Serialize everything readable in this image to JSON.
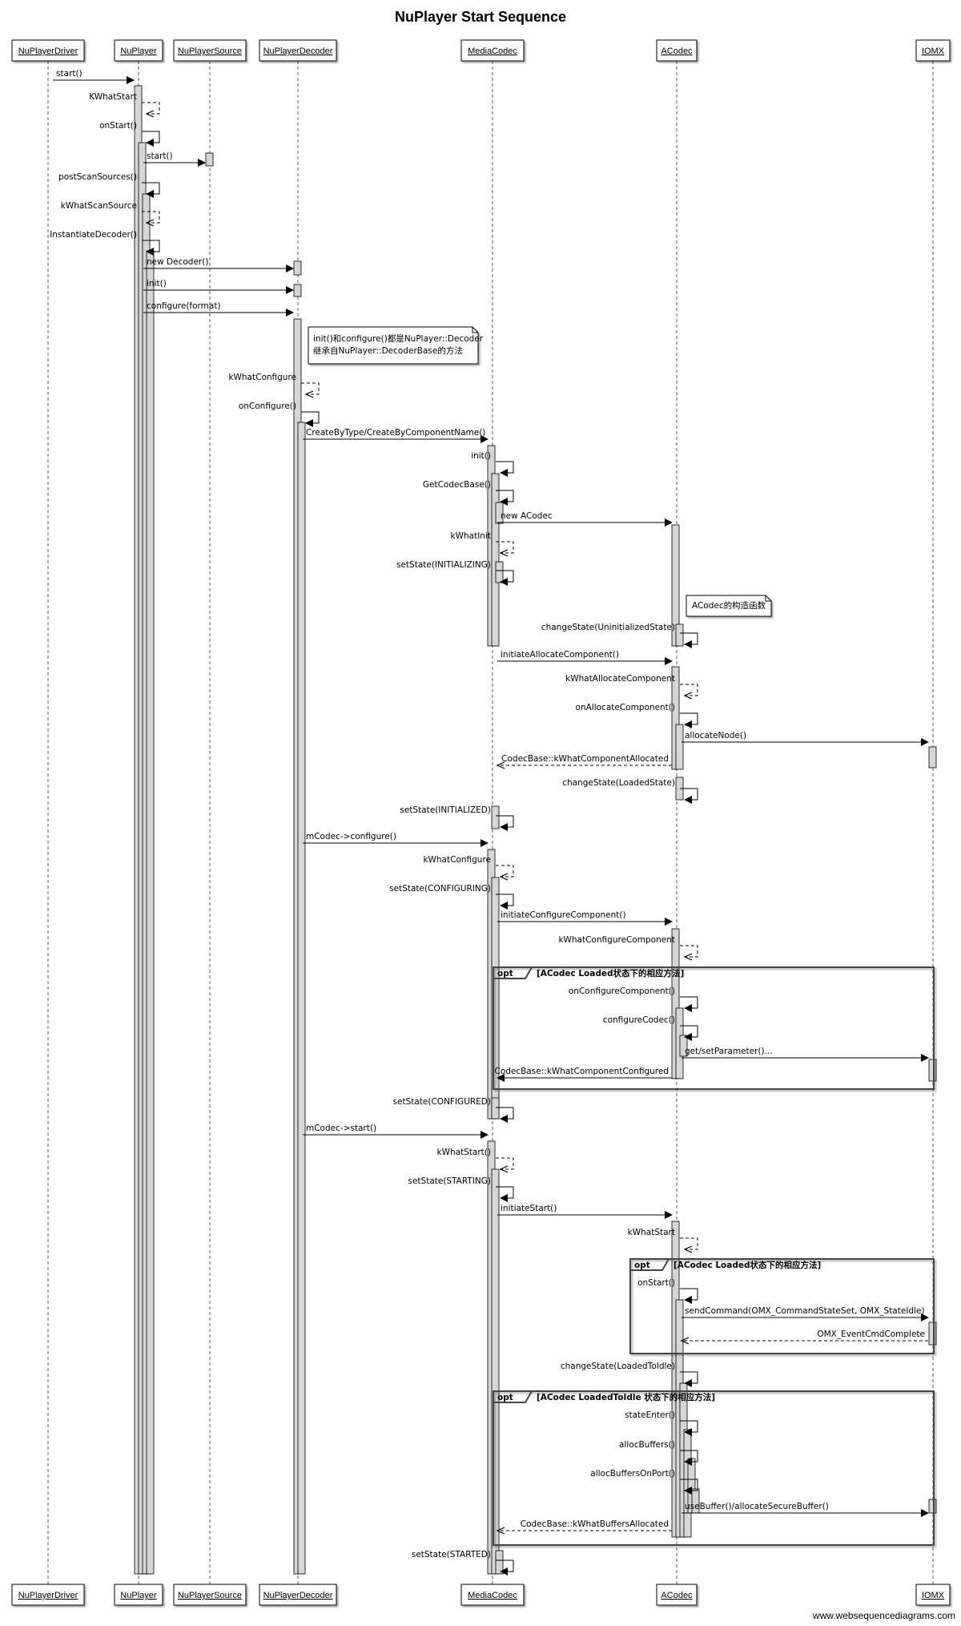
{
  "title": "NuPlayer Start Sequence",
  "footer": "www.websequencediagrams.com",
  "participants": [
    {
      "id": "driver",
      "label": "NuPlayerDriver"
    },
    {
      "id": "player",
      "label": "NuPlayer"
    },
    {
      "id": "source",
      "label": "NuPlayerSource"
    },
    {
      "id": "decoder",
      "label": "NuPlayerDecoder"
    },
    {
      "id": "mcodec",
      "label": "MediaCodec"
    },
    {
      "id": "acodec",
      "label": "ACodec"
    },
    {
      "id": "iomx",
      "label": "IOMX"
    }
  ],
  "messages": [
    {
      "from": "driver",
      "to": "player",
      "label": "start()",
      "style": "solid"
    },
    {
      "from": "player",
      "to": "player",
      "label": "KWhatStart",
      "style": "dashed"
    },
    {
      "from": "player",
      "to": "player",
      "label": "onStart()",
      "style": "solid"
    },
    {
      "from": "player",
      "to": "source",
      "label": "start()",
      "style": "solid"
    },
    {
      "from": "player",
      "to": "player",
      "label": "postScanSources()",
      "style": "solid"
    },
    {
      "from": "player",
      "to": "player",
      "label": "kWhatScanSource",
      "style": "dashed"
    },
    {
      "from": "player",
      "to": "player",
      "label": "InstantiateDecoder()",
      "style": "solid"
    },
    {
      "from": "player",
      "to": "decoder",
      "label": "new Decoder()",
      "style": "solid"
    },
    {
      "from": "player",
      "to": "decoder",
      "label": "init()",
      "style": "solid"
    },
    {
      "from": "player",
      "to": "decoder",
      "label": "configure(format)",
      "style": "solid"
    },
    {
      "from": "decoder",
      "to": "decoder",
      "label": "kWhatConfigure",
      "style": "dashed"
    },
    {
      "from": "decoder",
      "to": "decoder",
      "label": "onConfigure()",
      "style": "solid"
    },
    {
      "from": "decoder",
      "to": "mcodec",
      "label": "CreateByType/CreateByComponentName()",
      "style": "solid"
    },
    {
      "from": "mcodec",
      "to": "mcodec",
      "label": "init()",
      "style": "solid"
    },
    {
      "from": "mcodec",
      "to": "mcodec",
      "label": "GetCodecBase()",
      "style": "solid"
    },
    {
      "from": "mcodec",
      "to": "acodec",
      "label": "new ACodec",
      "style": "solid"
    },
    {
      "from": "mcodec",
      "to": "mcodec",
      "label": "kWhatInit",
      "style": "dashed"
    },
    {
      "from": "mcodec",
      "to": "mcodec",
      "label": "setState(INITIALIZING)",
      "style": "solid"
    },
    {
      "from": "acodec",
      "to": "acodec",
      "label": "changeState(UninitializedState)",
      "style": "solid"
    },
    {
      "from": "mcodec",
      "to": "acodec",
      "label": "initiateAllocateComponent()",
      "style": "solid"
    },
    {
      "from": "acodec",
      "to": "acodec",
      "label": "kWhatAllocateComponent",
      "style": "dashed"
    },
    {
      "from": "acodec",
      "to": "acodec",
      "label": "onAllocateComponent()",
      "style": "solid"
    },
    {
      "from": "acodec",
      "to": "iomx",
      "label": "allocateNode()",
      "style": "solid"
    },
    {
      "from": "acodec",
      "to": "mcodec",
      "label": "CodecBase::kWhatComponentAllocated",
      "style": "dashed"
    },
    {
      "from": "acodec",
      "to": "acodec",
      "label": "changeState(LoadedState)",
      "style": "solid"
    },
    {
      "from": "mcodec",
      "to": "mcodec",
      "label": "setState(INITIALIZED)",
      "style": "solid"
    },
    {
      "from": "decoder",
      "to": "mcodec",
      "label": "mCodec->configure()",
      "style": "solid"
    },
    {
      "from": "mcodec",
      "to": "mcodec",
      "label": "kWhatConfigure",
      "style": "dashed"
    },
    {
      "from": "mcodec",
      "to": "mcodec",
      "label": "setState(CONFIGURING)",
      "style": "solid"
    },
    {
      "from": "mcodec",
      "to": "acodec",
      "label": "initiateConfigureComponent()",
      "style": "solid"
    },
    {
      "from": "acodec",
      "to": "acodec",
      "label": "kWhatConfigureComponent",
      "style": "dashed"
    },
    {
      "from": "acodec",
      "to": "acodec",
      "label": "onConfigureComponent()",
      "style": "solid"
    },
    {
      "from": "acodec",
      "to": "acodec",
      "label": "configureCodec()",
      "style": "solid"
    },
    {
      "from": "acodec",
      "to": "iomx",
      "label": "get/setParameter()...",
      "style": "solid"
    },
    {
      "from": "acodec",
      "to": "mcodec",
      "label": "CodecBase::kWhatComponentConfigured",
      "style": "solid"
    },
    {
      "from": "mcodec",
      "to": "mcodec",
      "label": "setState(CONFIGURED)",
      "style": "solid"
    },
    {
      "from": "decoder",
      "to": "mcodec",
      "label": "mCodec->start()",
      "style": "solid"
    },
    {
      "from": "mcodec",
      "to": "mcodec",
      "label": "kWhatStart()",
      "style": "dashed"
    },
    {
      "from": "mcodec",
      "to": "mcodec",
      "label": "setState(STARTING)",
      "style": "solid"
    },
    {
      "from": "mcodec",
      "to": "acodec",
      "label": "initiateStart()",
      "style": "solid"
    },
    {
      "from": "acodec",
      "to": "acodec",
      "label": "kWhatStart",
      "style": "dashed"
    },
    {
      "from": "acodec",
      "to": "acodec",
      "label": "onStart()",
      "style": "solid"
    },
    {
      "from": "acodec",
      "to": "iomx",
      "label": "sendCommand(OMX_CommandStateSet, OMX_StateIdle)",
      "style": "solid"
    },
    {
      "from": "iomx",
      "to": "acodec",
      "label": "OMX_EventCmdComplete",
      "style": "dashed"
    },
    {
      "from": "acodec",
      "to": "acodec",
      "label": "changeState(LoadedToIdle)",
      "style": "solid"
    },
    {
      "from": "acodec",
      "to": "acodec",
      "label": "stateEnter()",
      "style": "solid"
    },
    {
      "from": "acodec",
      "to": "acodec",
      "label": "allocBuffers()",
      "style": "solid"
    },
    {
      "from": "acodec",
      "to": "acodec",
      "label": "allocBuffersOnPort()",
      "style": "solid"
    },
    {
      "from": "acodec",
      "to": "iomx",
      "label": "useBuffer()/allocateSecureBuffer()",
      "style": "solid"
    },
    {
      "from": "acodec",
      "to": "mcodec",
      "label": "CodecBase::kWhatBuffersAllocated",
      "style": "dashed"
    },
    {
      "from": "mcodec",
      "to": "mcodec",
      "label": "setState(STARTED)",
      "style": "solid"
    }
  ],
  "notes": [
    {
      "lines": [
        "init()和configure()都是NuPlayer::Decoder",
        "继承自NuPlayer::DecoderBase的方法"
      ]
    },
    {
      "lines": [
        "ACodec的构造函数"
      ]
    }
  ],
  "fragments": [
    {
      "tag": "opt",
      "label": "[ACodec Loaded状态下的相应方法]"
    },
    {
      "tag": "opt",
      "label": "[ACodec Loaded状态下的相应方法]"
    },
    {
      "tag": "opt",
      "label": "[ACodec LoadedToIdle 状态下的相应方法]"
    }
  ]
}
